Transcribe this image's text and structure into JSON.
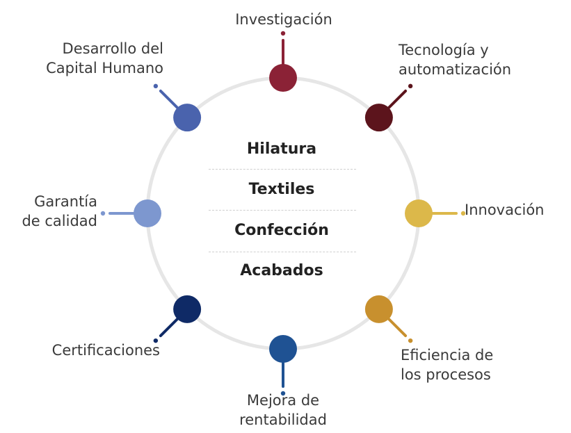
{
  "ring": {
    "stroke_color": "#e6e6e6"
  },
  "center": {
    "items": [
      "Hilatura",
      "Textiles",
      "Confección",
      "Acabados"
    ]
  },
  "nodes": [
    {
      "lines": [
        "Investigación"
      ],
      "color": "#8b2236"
    },
    {
      "lines": [
        "Tecnología y",
        "automatización"
      ],
      "color": "#5c141c"
    },
    {
      "lines": [
        "Innovación"
      ],
      "color": "#dcb84a"
    },
    {
      "lines": [
        "Eficiencia de",
        "los procesos"
      ],
      "color": "#c8902e"
    },
    {
      "lines": [
        "Mejora de",
        "rentabilidad"
      ],
      "color": "#1f5293"
    },
    {
      "lines": [
        "Certificaciones"
      ],
      "color": "#0f2a66"
    },
    {
      "lines": [
        "Garantía",
        "de calidad"
      ],
      "color": "#7d97cf"
    },
    {
      "lines": [
        "Desarrollo del",
        "Capital Humano"
      ],
      "color": "#4a63ad"
    }
  ]
}
